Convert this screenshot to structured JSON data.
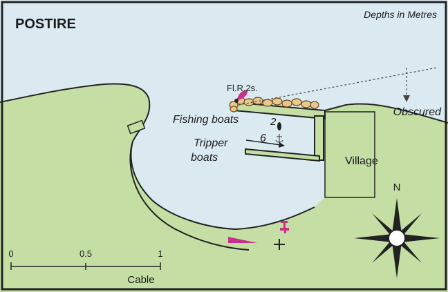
{
  "map": {
    "title": "POSTIRE",
    "depth_note": "Depths in Metres",
    "light_label": "Fl.R.2s.",
    "obscured_label": "Obscured",
    "fishing_boats_label": "Fishing boats",
    "tripper_boats_label": [
      "Tripper",
      "boats"
    ],
    "village_label": "Village",
    "soundings": [
      "2",
      "6"
    ],
    "north_label": "N"
  },
  "scale_bar": {
    "ticks": [
      "0",
      "0.5",
      "1"
    ],
    "unit": "Cable"
  },
  "colors": {
    "sea": "#dbeaf1",
    "land": "#c4dea4",
    "frame": "#222222",
    "light_magenta": "#c8308a",
    "rocks": "#e9c98b",
    "text": "#1c1c1c"
  },
  "icons": [
    "light-flare-icon",
    "anchor-icon",
    "water-tap-icon",
    "church-icon",
    "compass-rose-icon",
    "slipway-icon"
  ]
}
